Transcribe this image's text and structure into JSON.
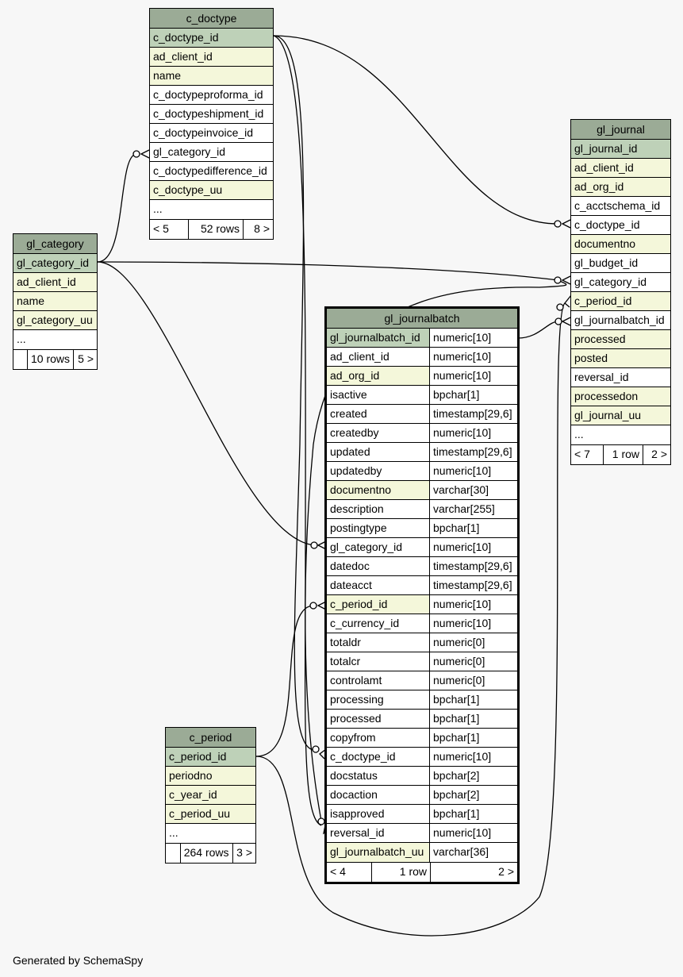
{
  "tables": {
    "c_doctype": {
      "title": "c_doctype",
      "columns": [
        {
          "name": "c_doctype_id",
          "style": "pk"
        },
        {
          "name": "ad_client_id",
          "style": "idx"
        },
        {
          "name": "name",
          "style": "idx"
        },
        {
          "name": "c_doctypeproforma_id",
          "style": ""
        },
        {
          "name": "c_doctypeshipment_id",
          "style": ""
        },
        {
          "name": "c_doctypeinvoice_id",
          "style": ""
        },
        {
          "name": "gl_category_id",
          "style": ""
        },
        {
          "name": "c_doctypedifference_id",
          "style": ""
        },
        {
          "name": "c_doctype_uu",
          "style": "idx"
        },
        {
          "name": "...",
          "style": ""
        }
      ],
      "footer": {
        "left": "< 5",
        "mid": "52 rows",
        "right": "8 >"
      }
    },
    "gl_category": {
      "title": "gl_category",
      "columns": [
        {
          "name": "gl_category_id",
          "style": "pk"
        },
        {
          "name": "ad_client_id",
          "style": "idx"
        },
        {
          "name": "name",
          "style": "idx"
        },
        {
          "name": "gl_category_uu",
          "style": "idx"
        },
        {
          "name": "...",
          "style": ""
        }
      ],
      "footer": {
        "left": "",
        "mid": "10 rows",
        "right": "5 >"
      }
    },
    "gl_journal": {
      "title": "gl_journal",
      "columns": [
        {
          "name": "gl_journal_id",
          "style": "pk"
        },
        {
          "name": "ad_client_id",
          "style": "idx"
        },
        {
          "name": "ad_org_id",
          "style": "idx"
        },
        {
          "name": "c_acctschema_id",
          "style": ""
        },
        {
          "name": "c_doctype_id",
          "style": ""
        },
        {
          "name": "documentno",
          "style": "idx"
        },
        {
          "name": "gl_budget_id",
          "style": ""
        },
        {
          "name": "gl_category_id",
          "style": ""
        },
        {
          "name": "c_period_id",
          "style": "idx"
        },
        {
          "name": "gl_journalbatch_id",
          "style": ""
        },
        {
          "name": "processed",
          "style": "idx"
        },
        {
          "name": "posted",
          "style": "idx"
        },
        {
          "name": "reversal_id",
          "style": ""
        },
        {
          "name": "processedon",
          "style": "idx"
        },
        {
          "name": "gl_journal_uu",
          "style": "idx"
        },
        {
          "name": "...",
          "style": ""
        }
      ],
      "footer": {
        "left": "< 7",
        "mid": "1 row",
        "right": "2 >"
      }
    },
    "gl_journalbatch": {
      "title": "gl_journalbatch",
      "columns": [
        {
          "name": "gl_journalbatch_id",
          "type": "numeric[10]",
          "style": "pk"
        },
        {
          "name": "ad_client_id",
          "type": "numeric[10]",
          "style": ""
        },
        {
          "name": "ad_org_id",
          "type": "numeric[10]",
          "style": "idx"
        },
        {
          "name": "isactive",
          "type": "bpchar[1]",
          "style": ""
        },
        {
          "name": "created",
          "type": "timestamp[29,6]",
          "style": ""
        },
        {
          "name": "createdby",
          "type": "numeric[10]",
          "style": ""
        },
        {
          "name": "updated",
          "type": "timestamp[29,6]",
          "style": ""
        },
        {
          "name": "updatedby",
          "type": "numeric[10]",
          "style": ""
        },
        {
          "name": "documentno",
          "type": "varchar[30]",
          "style": "idx"
        },
        {
          "name": "description",
          "type": "varchar[255]",
          "style": ""
        },
        {
          "name": "postingtype",
          "type": "bpchar[1]",
          "style": ""
        },
        {
          "name": "gl_category_id",
          "type": "numeric[10]",
          "style": ""
        },
        {
          "name": "datedoc",
          "type": "timestamp[29,6]",
          "style": ""
        },
        {
          "name": "dateacct",
          "type": "timestamp[29,6]",
          "style": ""
        },
        {
          "name": "c_period_id",
          "type": "numeric[10]",
          "style": "idx"
        },
        {
          "name": "c_currency_id",
          "type": "numeric[10]",
          "style": ""
        },
        {
          "name": "totaldr",
          "type": "numeric[0]",
          "style": ""
        },
        {
          "name": "totalcr",
          "type": "numeric[0]",
          "style": ""
        },
        {
          "name": "controlamt",
          "type": "numeric[0]",
          "style": ""
        },
        {
          "name": "processing",
          "type": "bpchar[1]",
          "style": ""
        },
        {
          "name": "processed",
          "type": "bpchar[1]",
          "style": ""
        },
        {
          "name": "copyfrom",
          "type": "bpchar[1]",
          "style": ""
        },
        {
          "name": "c_doctype_id",
          "type": "numeric[10]",
          "style": ""
        },
        {
          "name": "docstatus",
          "type": "bpchar[2]",
          "style": ""
        },
        {
          "name": "docaction",
          "type": "bpchar[2]",
          "style": ""
        },
        {
          "name": "isapproved",
          "type": "bpchar[1]",
          "style": ""
        },
        {
          "name": "reversal_id",
          "type": "numeric[10]",
          "style": ""
        },
        {
          "name": "gl_journalbatch_uu",
          "type": "varchar[36]",
          "style": "idx"
        }
      ],
      "footer": {
        "left": "< 4",
        "mid": "1 row",
        "right": "2 >"
      }
    },
    "c_period": {
      "title": "c_period",
      "columns": [
        {
          "name": "c_period_id",
          "style": "pk"
        },
        {
          "name": "periodno",
          "style": "idx"
        },
        {
          "name": "c_year_id",
          "style": "idx"
        },
        {
          "name": "c_period_uu",
          "style": "idx"
        },
        {
          "name": "...",
          "style": ""
        }
      ],
      "footer": {
        "left": "",
        "mid": "264 rows",
        "right": "3 >"
      }
    }
  },
  "footer_text": "Generated by SchemaSpy"
}
